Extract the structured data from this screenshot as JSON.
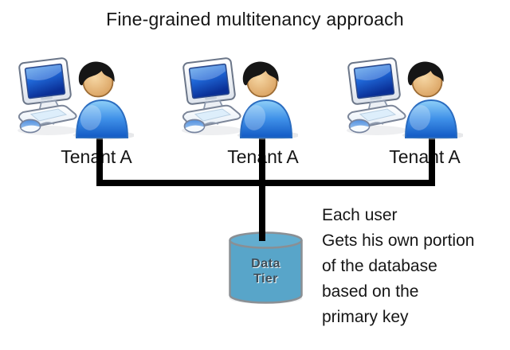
{
  "title": "Fine-grained multitenancy approach",
  "tenants": [
    {
      "label": "Tenant A"
    },
    {
      "label": "Tenant A"
    },
    {
      "label": "Tenant A"
    }
  ],
  "database": {
    "label": "Data\nTier"
  },
  "annotation": {
    "text": "Each user\nGets his own portion\nof the database\nbased on the\nprimary key"
  },
  "colors": {
    "line": "#000000",
    "text": "#161616",
    "cylinder-fill": "#58a5c9",
    "cylinder-top": "#63adcf",
    "cylinder-stroke": "#8a8f94",
    "database-label": "#3f4e59",
    "person-blue": "#2a7de0",
    "screen-blue": "#1f66d6"
  }
}
